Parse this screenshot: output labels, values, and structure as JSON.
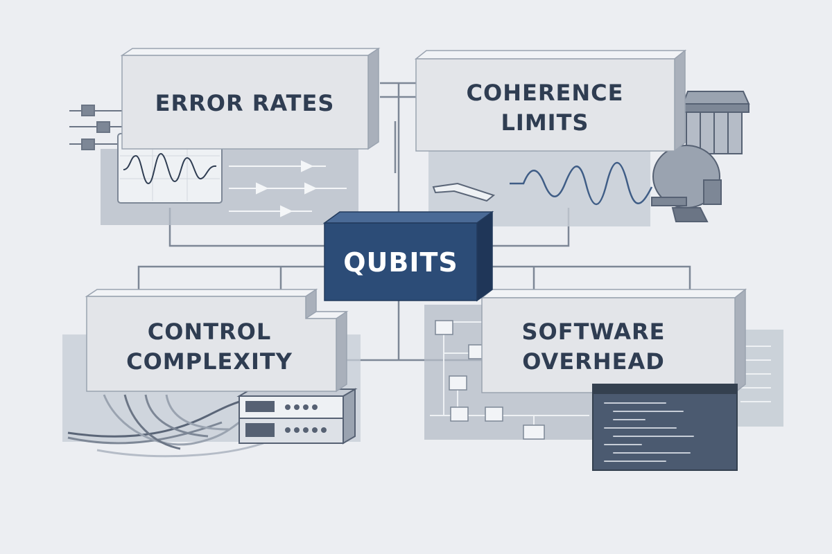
{
  "center": {
    "label": "QUBITS"
  },
  "boxes": [
    {
      "id": "error-rates",
      "lines": [
        "ERROR RATES"
      ]
    },
    {
      "id": "coherence-limits",
      "lines": [
        "COHERENCE",
        "LIMITS"
      ]
    },
    {
      "id": "control-complexity",
      "lines": [
        "CONTROL",
        "COMPLEXITY"
      ]
    },
    {
      "id": "software-overhead",
      "lines": [
        "SOFTWARE",
        "OVERHEAD"
      ]
    }
  ],
  "colors": {
    "background": "#eceef2",
    "box_face": "#e3e5e9",
    "box_shadow": "#a9b0bb",
    "center_face": "#2c4c77",
    "line": "#7d8796",
    "label": "#2f3d52",
    "panel": "#b5bcc7",
    "dark_screen": "#4b5a70"
  }
}
